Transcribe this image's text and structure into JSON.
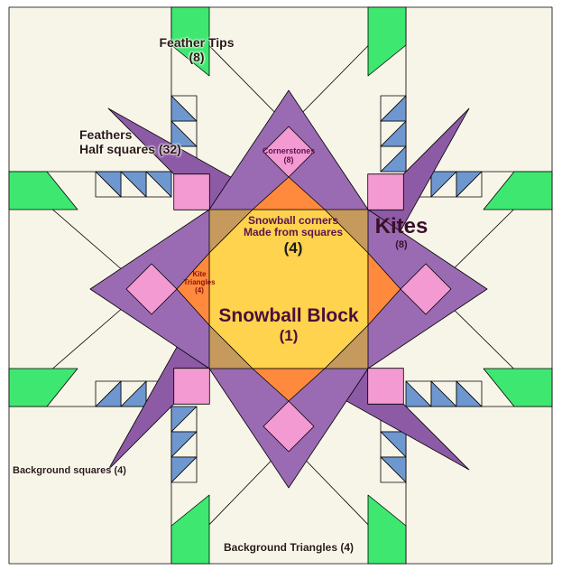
{
  "colors": {
    "background": "#f7f4e8",
    "feather_blue": "#6f97cf",
    "feather_tip_green": "#3ee870",
    "kite_purple": "#8d5aa6",
    "kite_triangle_purple": "#9a6bb2",
    "cornerstone_pink": "#f39ad2",
    "snowball_corner_orange": "#ff8a3d",
    "snowball_tan": "#c59a5c",
    "snowball_yellow": "#ffd34d",
    "outline": "#000000"
  },
  "labels": {
    "feather_tips": "Feather Tips",
    "feather_tips_count": "(8)",
    "feathers": "Feathers",
    "half_squares": "Half squares (32)",
    "cornerstones": "Cornerstones",
    "cornerstones_count": "(8)",
    "snowball_corners": "Snowball corners",
    "made_from_squares": "Made from squares",
    "snowball_corners_count": "(4)",
    "kites": "Kites",
    "kites_count": "(8)",
    "kite_triangles_1": "Kite",
    "kite_triangles_2": "Triangles",
    "kite_triangles_count": "(4)",
    "snowball_block": "Snowball Block",
    "snowball_block_count": "(1)",
    "background_squares": "Background squares (4)",
    "background_triangles": "Background Triangles (4)"
  }
}
